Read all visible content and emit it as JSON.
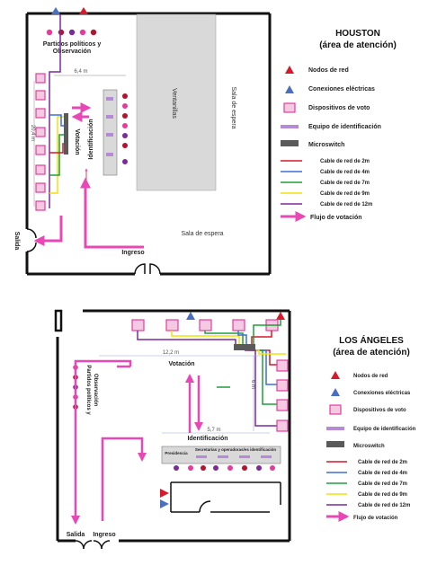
{
  "houston": {
    "title_line1": "HOUSTON",
    "title_line2": "(área de atención)",
    "label_parties": "Partidos políticos y",
    "label_parties2": "Observación",
    "dimension_width": "6,4 m",
    "dimension_height": "20,4 m",
    "label_votacion": "Votación",
    "label_identificacion": "Identificación",
    "label_ventanillas": "Ventanillas",
    "label_sala_espera_right": "Sala de espera",
    "label_sala_espera_bottom": "Sala de espera",
    "label_salida": "Salida",
    "label_ingreso": "Ingreso"
  },
  "los_angeles": {
    "title_line1": "LOS ÁNGELES",
    "title_line2": "(área de atención)",
    "dimension_width": "12,2 m",
    "dimension_height": "6 m",
    "dimension_small": "5,7 m",
    "label_votacion": "Votación",
    "label_identificacion": "Identificación",
    "label_parties": "Partidos políticos y",
    "label_parties2": "Observación",
    "label_presidencia": "Presidencia",
    "label_secretarias": "Secretarías y operadoras/es identificación",
    "label_salida": "Salida",
    "label_ingreso": "Ingreso"
  },
  "legend": {
    "nodos": "Nodos de red",
    "conexiones": "Conexiones eléctricas",
    "dispositivos": "Dispositivos de voto",
    "equipo": "Equipo de identificación",
    "microswitch": "Microswitch",
    "cable_2m": "Cable de red de 2m",
    "cable_4m": "Cable de red de 4m",
    "cable_7m": "Cable de red de 7m",
    "cable_9m": "Cable de red de 9m",
    "cable_12m": "Cable de red de 12m",
    "flujo": "Flujo de votación"
  },
  "colors": {
    "wall": "#111111",
    "node_red": "#d7192b",
    "electric_blue": "#4a6fc0",
    "device_pink": "#e23d9c",
    "device_fill": "#f6c9e3",
    "id_equipment": "#b78ad6",
    "switch_gray": "#5a5a5a",
    "cable_2m": "#d7192b",
    "cable_4m": "#3b6fd6",
    "cable_7m": "#1f9e3a",
    "cable_9m": "#f2e20a",
    "cable_12m": "#7b2a9c",
    "flow": "#e848b5",
    "counter_gray": "#d9d9d9"
  }
}
